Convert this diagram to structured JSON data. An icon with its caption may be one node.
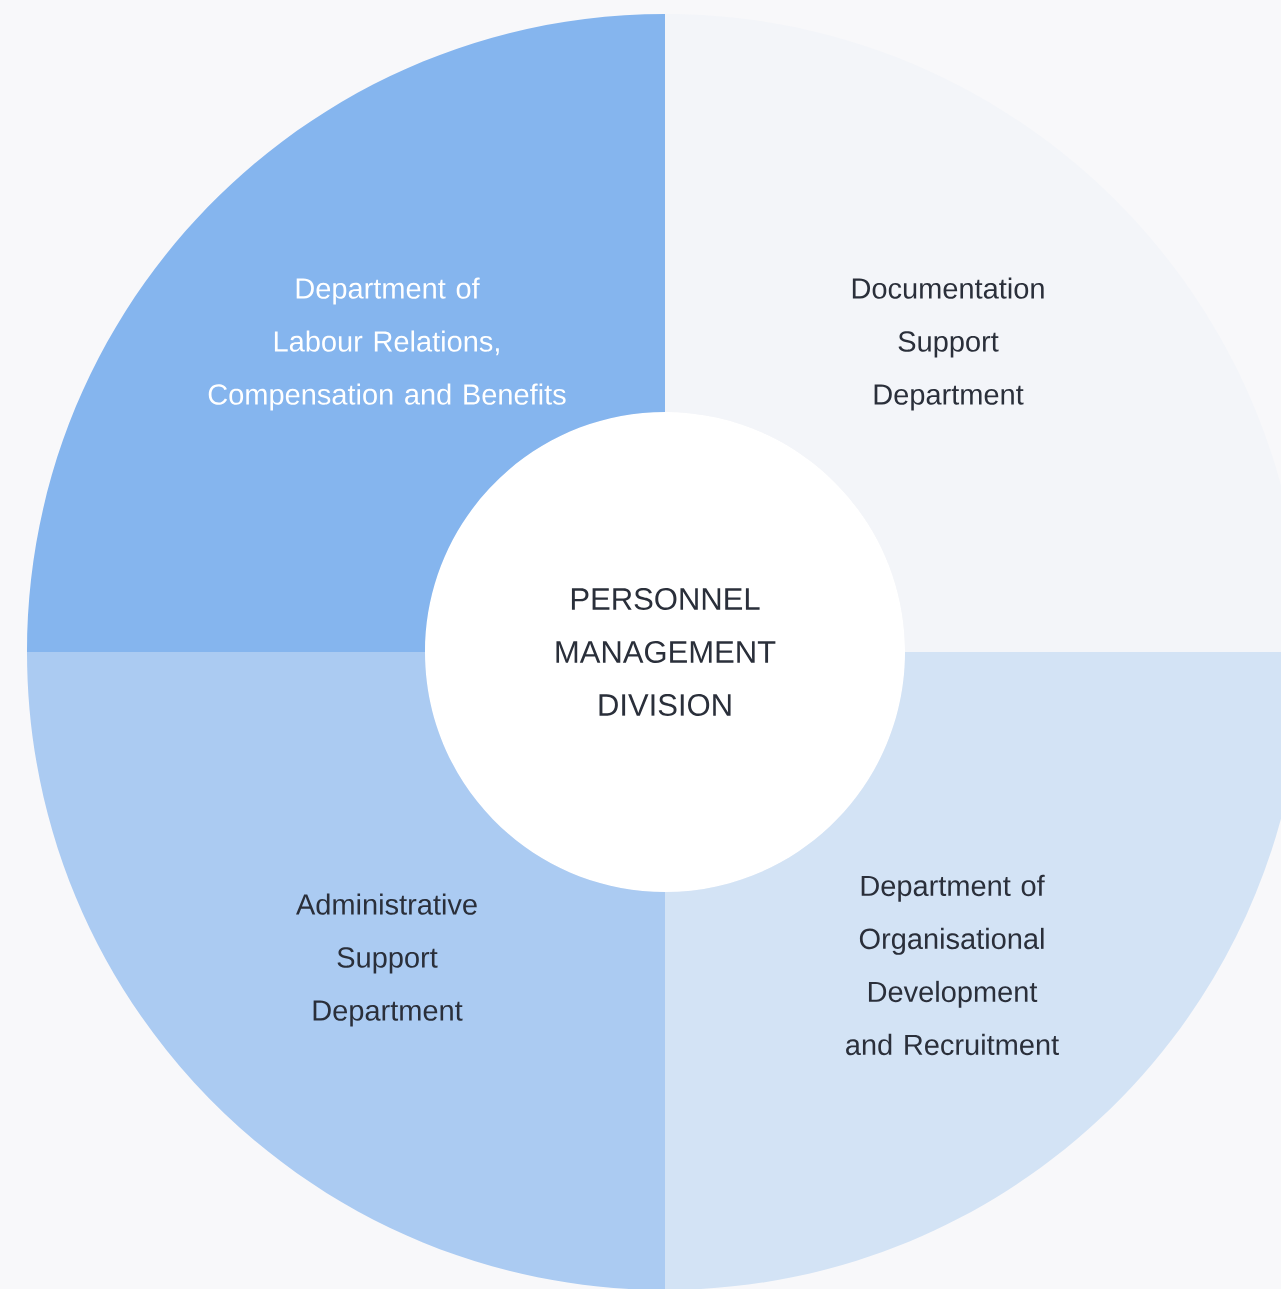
{
  "diagram": {
    "nodes": [
      {
        "text": [
          "PERSONNEL MANAGEMENT DIVISION"
        ]
      },
      {
        "text": [
          "Department of Labour Relations, Compensation and Benefits"
        ]
      },
      {
        "text": [
          "Documentation Support Department"
        ]
      },
      {
        "text": [
          "Administrative Support Department"
        ]
      },
      {
        "text": [
          "Department of Organisational Development and Recruitment"
        ]
      }
    ]
  }
}
